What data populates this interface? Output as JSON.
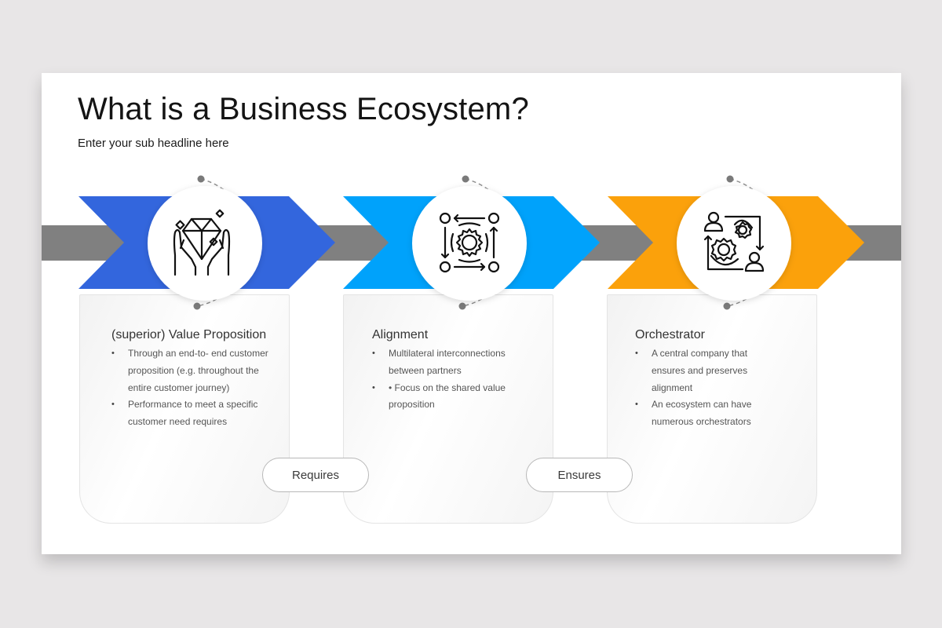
{
  "slide": {
    "title": "What is a Business Ecosystem?",
    "subtitle": "Enter your sub headline here"
  },
  "colors": {
    "background": "#e8e6e7",
    "slide": "#ffffff",
    "connector_bar": "#808080",
    "step1": "#3366dd",
    "step2": "#00a2fb",
    "step3": "#fba10b",
    "dashed_arc": "#8a8a8a"
  },
  "steps": [
    {
      "title": "(superior) Value Proposition",
      "icon": "hands-holding-diamond-icon",
      "color": "#3366dd",
      "bullets": [
        "Through an end-to- end customer proposition (e.g. throughout the entire customer journey)",
        "Performance to meet a specific customer need requires"
      ]
    },
    {
      "title": "Alignment",
      "icon": "gear-network-arrows-icon",
      "color": "#00a2fb",
      "bullets": [
        "Multilateral interconnections between partners",
        "• Focus on the shared value proposition"
      ]
    },
    {
      "title": "Orchestrator",
      "icon": "people-gears-cycle-icon",
      "color": "#fba10b",
      "bullets": [
        "A central company that ensures and preserves alignment",
        "An ecosystem  can have numerous orchestrators"
      ]
    }
  ],
  "connectors": [
    {
      "label": "Requires"
    },
    {
      "label": "Ensures"
    }
  ]
}
